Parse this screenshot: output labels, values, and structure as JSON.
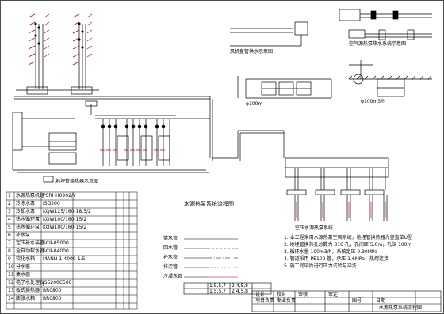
{
  "drawing": {
    "main_title": "水源热泵系统流程图",
    "garage_title": "空压水源热泵系统",
    "detail_label_1": "风机盘管供水示意图",
    "detail_label_2": "空气源热泵热水系统示意图",
    "detail_label_3": "地埋管换热器示意图",
    "annotation": "φ100m",
    "annotation_2": "φ100m3/h"
  },
  "legend_lines": [
    "供水管",
    "回水管",
    "补水管",
    "排污管",
    "冷凝水管"
  ],
  "legend_values": [
    "1.5,5,7",
    "2.4,5,8",
    "1.5,5,7",
    "2.4,5,8"
  ],
  "equipment_table": {
    "ids": [
      "1",
      "2",
      "3",
      "4",
      "5",
      "6",
      "7",
      "8",
      "9",
      "10",
      "11",
      "12",
      "13",
      "14"
    ],
    "names": [
      "水源热泵机组",
      "冷冻水泵",
      "冷却水泵",
      "热水循环泵",
      "热水循环泵",
      "补水泵",
      "定压补水装置",
      "全自动软水器",
      "软化水箱",
      "分水器",
      "集水器",
      "电子水处理仪",
      "板式换热器",
      "膨胀水箱"
    ],
    "models": [
      "PSRHH0902/Y",
      "ISG200",
      "KQW125/160-18.5/2",
      "KQW100/160-15/2",
      "KQW100/160-15/2",
      "",
      "SCII-05000",
      "SCII-04000",
      "MANN-1-4000-1.5",
      "",
      "",
      "JS5200C500",
      "BR0800",
      "BR0800"
    ]
  },
  "notes_block": [
    "1. 本工程采用水源热泵空调系统，地埋管换热器为竖直单U型",
    "2. 地埋管换热孔总数为 316 孔，孔间距 5.0m，孔深 100m",
    "3. 循环水量 100m3/h，系统定压 0.30MPa",
    "4. 管道采用 PE100 管，承压 1.6MPa，热熔连接",
    "5. 施工完毕后进行压力试验与冲洗"
  ],
  "title_block": {
    "project": "水源热泵系统流程图",
    "cells": [
      "设计",
      "校对",
      "审核",
      "审定",
      "项目负责",
      "专业负责",
      "图号",
      "日期"
    ]
  }
}
